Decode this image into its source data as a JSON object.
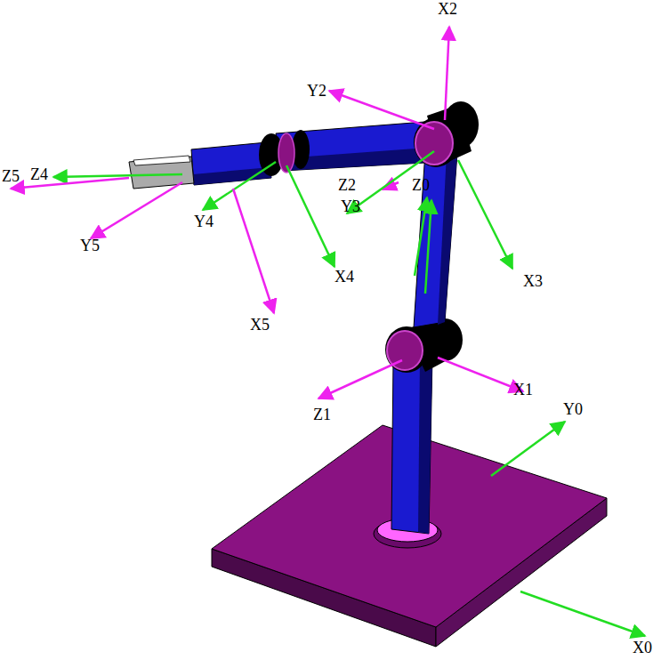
{
  "diagram": {
    "labels": [
      "X2",
      "Y2",
      "Z5",
      "Z4",
      "Z2",
      "Z0",
      "Y3",
      "Y4",
      "X4",
      "X3",
      "Y5",
      "X5",
      "Z1",
      "X1",
      "Y0",
      "X0"
    ]
  }
}
